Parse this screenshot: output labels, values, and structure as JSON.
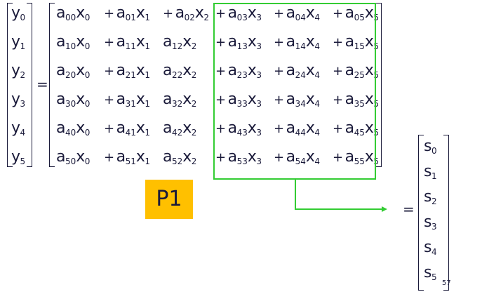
{
  "y_vector": [
    {
      "base": "y",
      "sub": "0"
    },
    {
      "base": "y",
      "sub": "1"
    },
    {
      "base": "y",
      "sub": "2"
    },
    {
      "base": "y",
      "sub": "3"
    },
    {
      "base": "y",
      "sub": "4"
    },
    {
      "base": "y",
      "sub": "5"
    }
  ],
  "equals": "=",
  "matrix_rows": [
    [
      {
        "p": "",
        "a": "a",
        "as": "00",
        "x": "x",
        "xs": "0"
      },
      {
        "p": "+",
        "a": "a",
        "as": "01",
        "x": "x",
        "xs": "1"
      },
      {
        "p": "+",
        "a": "a",
        "as": "02",
        "x": "x",
        "xs": "2"
      },
      {
        "p": "+",
        "a": "a",
        "as": "03",
        "x": "x",
        "xs": "3"
      },
      {
        "p": "+",
        "a": "a",
        "as": "04",
        "x": "x",
        "xs": "4"
      },
      {
        "p": "+",
        "a": "a",
        "as": "05",
        "x": "x",
        "xs": "5"
      }
    ],
    [
      {
        "p": "",
        "a": "a",
        "as": "10",
        "x": "x",
        "xs": "0"
      },
      {
        "p": "+",
        "a": "a",
        "as": "11",
        "x": "x",
        "xs": "1"
      },
      {
        "p": "",
        "a": "a",
        "as": "12",
        "x": "x",
        "xs": "2"
      },
      {
        "p": "+",
        "a": "a",
        "as": "13",
        "x": "x",
        "xs": "3"
      },
      {
        "p": "+",
        "a": "a",
        "as": "14",
        "x": "x",
        "xs": "4"
      },
      {
        "p": "+",
        "a": "a",
        "as": "15",
        "x": "x",
        "xs": "5"
      }
    ],
    [
      {
        "p": "",
        "a": "a",
        "as": "20",
        "x": "x",
        "xs": "0"
      },
      {
        "p": "+",
        "a": "a",
        "as": "21",
        "x": "x",
        "xs": "1"
      },
      {
        "p": "",
        "a": "a",
        "as": "22",
        "x": "x",
        "xs": "2"
      },
      {
        "p": "+",
        "a": "a",
        "as": "23",
        "x": "x",
        "xs": "3"
      },
      {
        "p": "+",
        "a": "a",
        "as": "24",
        "x": "x",
        "xs": "4"
      },
      {
        "p": "+",
        "a": "a",
        "as": "25",
        "x": "x",
        "xs": "5"
      }
    ],
    [
      {
        "p": "",
        "a": "a",
        "as": "30",
        "x": "x",
        "xs": "0"
      },
      {
        "p": "+",
        "a": "a",
        "as": "31",
        "x": "x",
        "xs": "1"
      },
      {
        "p": "",
        "a": "a",
        "as": "32",
        "x": "x",
        "xs": "2"
      },
      {
        "p": "+",
        "a": "a",
        "as": "33",
        "x": "x",
        "xs": "3"
      },
      {
        "p": "+",
        "a": "a",
        "as": "34",
        "x": "x",
        "xs": "4"
      },
      {
        "p": "+",
        "a": "a",
        "as": "35",
        "x": "x",
        "xs": "5"
      }
    ],
    [
      {
        "p": "",
        "a": "a",
        "as": "40",
        "x": "x",
        "xs": "0"
      },
      {
        "p": "+",
        "a": "a",
        "as": "41",
        "x": "x",
        "xs": "1"
      },
      {
        "p": "",
        "a": "a",
        "as": "42",
        "x": "x",
        "xs": "2"
      },
      {
        "p": "+",
        "a": "a",
        "as": "43",
        "x": "x",
        "xs": "3"
      },
      {
        "p": "+",
        "a": "a",
        "as": "44",
        "x": "x",
        "xs": "4"
      },
      {
        "p": "+",
        "a": "a",
        "as": "45",
        "x": "x",
        "xs": "5"
      }
    ],
    [
      {
        "p": "",
        "a": "a",
        "as": "50",
        "x": "x",
        "xs": "0"
      },
      {
        "p": "+",
        "a": "a",
        "as": "51",
        "x": "x",
        "xs": "1"
      },
      {
        "p": "",
        "a": "a",
        "as": "52",
        "x": "x",
        "xs": "2"
      },
      {
        "p": "+",
        "a": "a",
        "as": "53",
        "x": "x",
        "xs": "3"
      },
      {
        "p": "+",
        "a": "a",
        "as": "54",
        "x": "x",
        "xs": "4"
      },
      {
        "p": "+",
        "a": "a",
        "as": "55",
        "x": "x",
        "xs": "5"
      }
    ]
  ],
  "label_p1": "P1",
  "s_vector": [
    {
      "base": "s",
      "sub": "0"
    },
    {
      "base": "s",
      "sub": "1"
    },
    {
      "base": "s",
      "sub": "2"
    },
    {
      "base": "s",
      "sub": "3"
    },
    {
      "base": "s",
      "sub": "4"
    },
    {
      "base": "s",
      "sub": "5"
    }
  ],
  "page_number": "57",
  "colors": {
    "highlight_box": "#33cc33",
    "p1_background": "#ffc000",
    "text": "#1a1a3a"
  }
}
